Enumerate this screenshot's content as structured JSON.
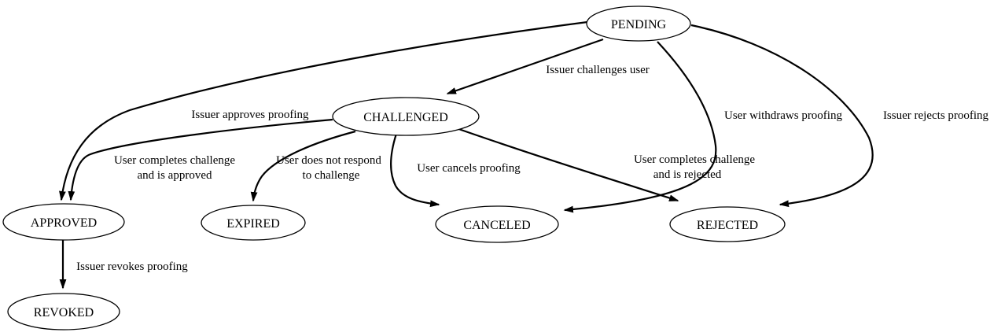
{
  "colors": {
    "background": "#ffffff",
    "node_fill": "#ffffff",
    "node_stroke": "#000000",
    "edge_stroke": "#000000",
    "text": "#000000"
  },
  "diagram": {
    "type": "state-machine",
    "nodes": {
      "pending": {
        "label": "PENDING"
      },
      "challenged": {
        "label": "CHALLENGED"
      },
      "approved": {
        "label": "APPROVED"
      },
      "expired": {
        "label": "EXPIRED"
      },
      "canceled": {
        "label": "CANCELED"
      },
      "rejected": {
        "label": "REJECTED"
      },
      "revoked": {
        "label": "REVOKED"
      }
    },
    "edges": {
      "pending_challenged": {
        "from": "PENDING",
        "to": "CHALLENGED",
        "lines": [
          "Issuer challenges user"
        ]
      },
      "pending_approved": {
        "from": "PENDING",
        "to": "APPROVED",
        "lines": [
          "Issuer approves proofing"
        ]
      },
      "pending_canceled": {
        "from": "PENDING",
        "to": "CANCELED",
        "lines": [
          "User withdraws proofing"
        ]
      },
      "pending_rejected": {
        "from": "PENDING",
        "to": "REJECTED",
        "lines": [
          "Issuer rejects proofing"
        ]
      },
      "challenged_approved": {
        "from": "CHALLENGED",
        "to": "APPROVED",
        "lines": [
          "User completes challenge",
          "and is approved"
        ]
      },
      "challenged_expired": {
        "from": "CHALLENGED",
        "to": "EXPIRED",
        "lines": [
          "User does not respond",
          "to challenge"
        ]
      },
      "challenged_canceled": {
        "from": "CHALLENGED",
        "to": "CANCELED",
        "lines": [
          "User cancels proofing"
        ]
      },
      "challenged_rejected": {
        "from": "CHALLENGED",
        "to": "REJECTED",
        "lines": [
          "User completes challenge",
          "and is rejected"
        ]
      },
      "approved_revoked": {
        "from": "APPROVED",
        "to": "REVOKED",
        "lines": [
          "Issuer revokes proofing"
        ]
      }
    }
  }
}
